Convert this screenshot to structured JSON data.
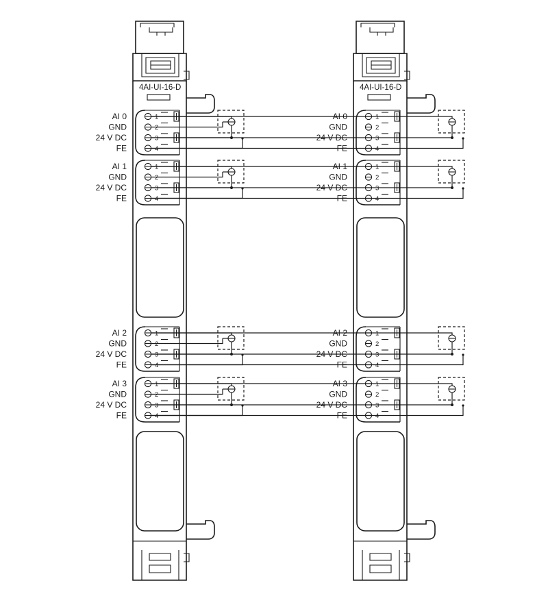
{
  "modules": [
    {
      "model": "4AI-UI-16-D",
      "variant": "sensor-on-pins-1-2-3",
      "channels": [
        {
          "signal_label": "AI 0",
          "pin_labels": [
            "GND",
            "24 V DC",
            "FE"
          ]
        },
        {
          "signal_label": "AI 1",
          "pin_labels": [
            "GND",
            "24 V DC",
            "FE"
          ]
        },
        {
          "signal_label": "AI 2",
          "pin_labels": [
            "GND",
            "24 V DC",
            "FE"
          ]
        },
        {
          "signal_label": "AI 3",
          "pin_labels": [
            "GND",
            "24 V DC",
            "FE"
          ]
        }
      ],
      "pin_numbers": [
        "1",
        "2",
        "3",
        "4"
      ]
    },
    {
      "model": "4AI-UI-16-D",
      "variant": "sensor-on-pins-1-3",
      "channels": [
        {
          "signal_label": "AI 0",
          "pin_labels": [
            "GND",
            "24 V DC",
            "FE"
          ]
        },
        {
          "signal_label": "AI 1",
          "pin_labels": [
            "GND",
            "24 V DC",
            "FE"
          ]
        },
        {
          "signal_label": "AI 2",
          "pin_labels": [
            "GND",
            "24 V DC",
            "FE"
          ]
        },
        {
          "signal_label": "AI 3",
          "pin_labels": [
            "GND",
            "24 V DC",
            "FE"
          ]
        }
      ],
      "pin_numbers": [
        "1",
        "2",
        "3",
        "4"
      ]
    }
  ]
}
